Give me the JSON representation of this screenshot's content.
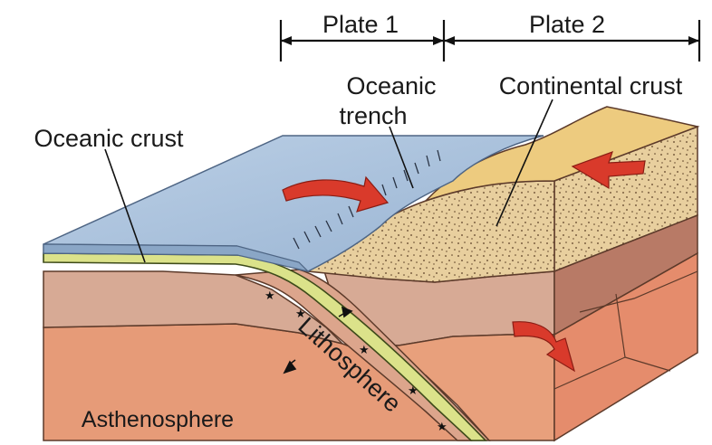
{
  "labels": {
    "plate1": "Plate 1",
    "plate2": "Plate 2",
    "oceanic_trench": [
      "Oceanic",
      "trench"
    ],
    "continental_crust": "Continental crust",
    "oceanic_crust": "Oceanic crust",
    "lithosphere": "Lithosphere",
    "asthenosphere": "Asthenosphere"
  },
  "colors": {
    "ocean_water": "#a9c2dc",
    "ocean_water_edge": "#7e97b4",
    "oceanic_crust": "#dbe28a",
    "lithosphere": "#d7aa95",
    "asthenosphere": "#e69b78",
    "continent_surface": "#edcb7f",
    "continent_speckled": "#e8cf9e",
    "arrow": "#d93a2b"
  }
}
